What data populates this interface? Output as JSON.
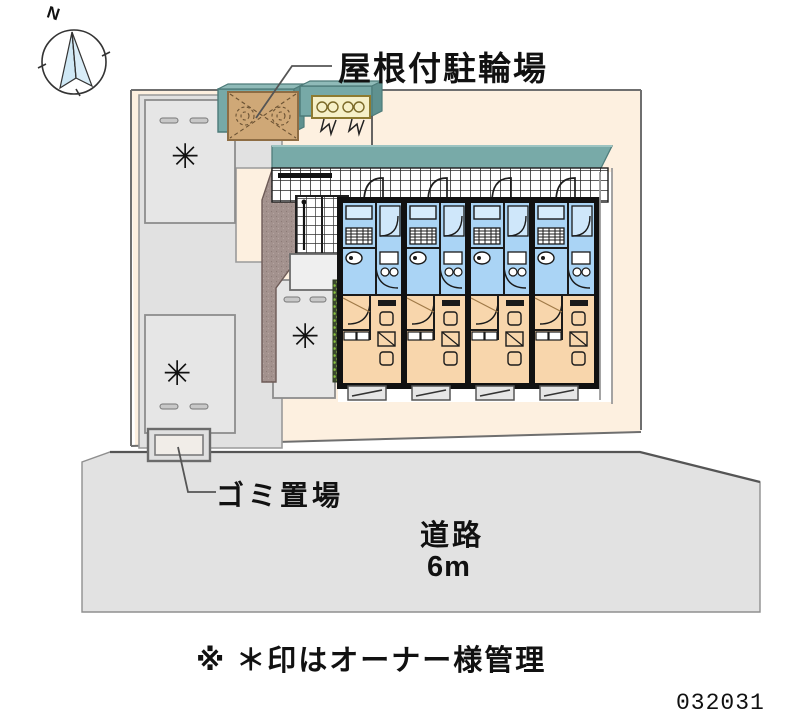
{
  "document": {
    "type": "site-plan",
    "id_number": "032031",
    "orientation_marker": "N"
  },
  "labels": {
    "covered_bicycle_parking": "屋根付駐輪場",
    "garbage_area": "ゴミ置場",
    "road": "道路",
    "road_width": "6m",
    "owner_note": "※ ＊印はオーナー様管理",
    "north": "N",
    "owner_mark": "✳"
  },
  "colors": {
    "site_ground": "#fdf0e0",
    "road": "#e2e2e2",
    "parking_pad": "#e0e0e0",
    "wet_area_blue": "#aad4f5",
    "living_tan": "#f8d6ac",
    "roof_teal": "#78aaa8",
    "bike_rack_tan": "#cfa876",
    "hedge_green": "#8cc63f",
    "outline": "#1a1a1a",
    "paper": "#ffffff"
  },
  "site": {
    "parking_spaces": [
      {
        "name": "parking-space-1",
        "owner_managed": true
      },
      {
        "name": "parking-space-2",
        "owner_managed": true
      },
      {
        "name": "parking-space-3",
        "owner_managed": true
      }
    ],
    "bike_shelters": [
      {
        "name": "bike-shelter-left",
        "type": "roofed"
      },
      {
        "name": "bike-shelter-right",
        "type": "rack"
      }
    ],
    "garbage_enclosure": {
      "name": "garbage-enclosure"
    },
    "stairs": {
      "name": "exterior-stairs"
    },
    "hedge": {
      "name": "hedge-strip"
    }
  },
  "building": {
    "unit_count": 4,
    "units": [
      {
        "name": "unit-1"
      },
      {
        "name": "unit-2"
      },
      {
        "name": "unit-3"
      },
      {
        "name": "unit-4"
      }
    ]
  }
}
